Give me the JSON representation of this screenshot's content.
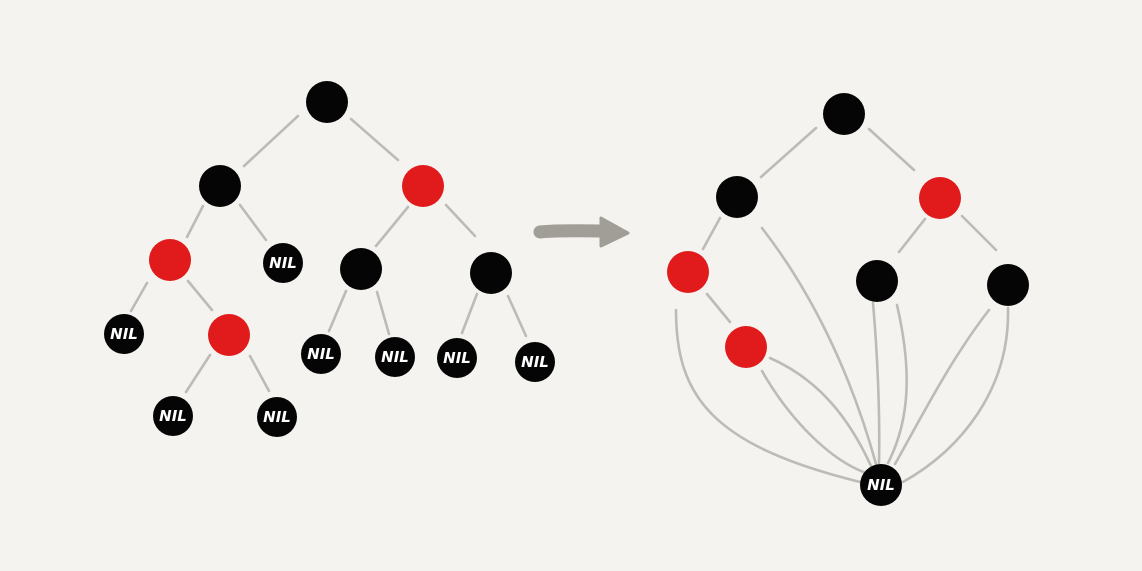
{
  "colors": {
    "background": "#f4f3ef",
    "black_node": "#050505",
    "red_node": "#e11b1b",
    "edge": "#bdbbb6",
    "arrow": "#a19e97",
    "nil_text": "#ffffff"
  },
  "nil_label": "NIL",
  "left_tree": {
    "nodes": [
      {
        "id": "root",
        "color": "black"
      },
      {
        "id": "l",
        "color": "black"
      },
      {
        "id": "r",
        "color": "red"
      },
      {
        "id": "ll",
        "color": "red"
      },
      {
        "id": "lnil",
        "color": "nil"
      },
      {
        "id": "rl",
        "color": "black"
      },
      {
        "id": "rr",
        "color": "black"
      },
      {
        "id": "llnil",
        "color": "nil"
      },
      {
        "id": "llr",
        "color": "red"
      },
      {
        "id": "rlnil1",
        "color": "nil"
      },
      {
        "id": "rlnil2",
        "color": "nil"
      },
      {
        "id": "rrnil1",
        "color": "nil"
      },
      {
        "id": "rrnil2",
        "color": "nil"
      },
      {
        "id": "llrnil1",
        "color": "nil"
      },
      {
        "id": "llrnil2",
        "color": "nil"
      }
    ]
  },
  "right_tree": {
    "nodes": [
      {
        "id": "root",
        "color": "black"
      },
      {
        "id": "l",
        "color": "black"
      },
      {
        "id": "r",
        "color": "red"
      },
      {
        "id": "ll",
        "color": "red"
      },
      {
        "id": "rl",
        "color": "black"
      },
      {
        "id": "rr",
        "color": "black"
      },
      {
        "id": "llr",
        "color": "red"
      },
      {
        "id": "sentinel",
        "color": "nil"
      }
    ]
  }
}
